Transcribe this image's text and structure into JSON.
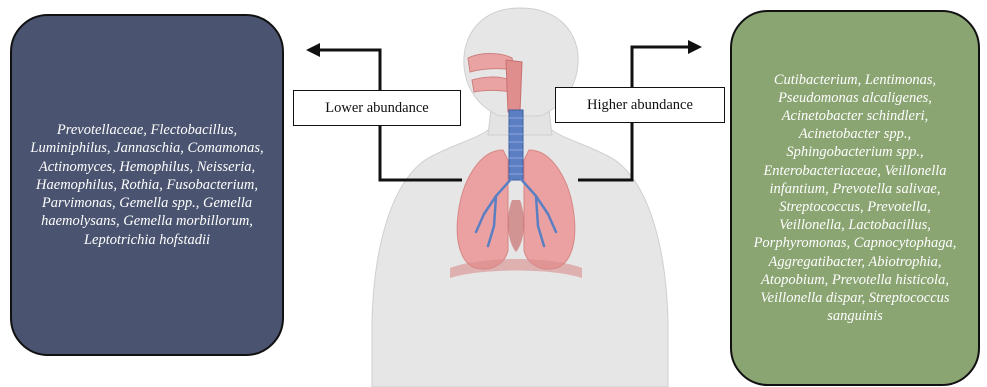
{
  "left_panel": {
    "text": "Prevotellaceae, Flectobacillus, Luminiphilus, Jannaschia, Comamonas, Actinomyces, Hemophilus, Neisseria, Haemophilus, Rothia, Fusobacterium, Parvimonas, Gemella spp., Gemella haemolysans, Gemella morbillorum, Leptotrichia hofstadii",
    "color": "#4a5470"
  },
  "right_panel": {
    "text": "Cutibacterium, Lentimonas, Pseudomonas alcaligenes, Acinetobacter schindleri, Acinetobacter spp., Sphingobacterium spp., Enterobacteriaceae, Veillonella infantium, Prevotella salivae, Streptococcus, Prevotella, Veillonella, Lactobacillus, Porphyromonas, Capnocytophaga, Aggregatibacter, Abiotrophia, Atopobium, Prevotella histicola, Veillonella dispar, Streptococcus sanguinis",
    "color": "#8aa472"
  },
  "labels": {
    "lower": "Lower abundance",
    "higher": "Higher abundance"
  }
}
